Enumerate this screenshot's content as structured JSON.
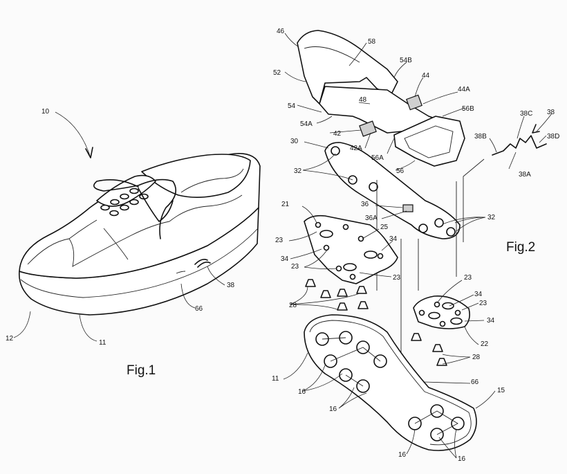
{
  "figures": {
    "fig1": "Fig.1",
    "fig2": "Fig.2"
  },
  "fig1_labels": {
    "l10": "10",
    "l12": "12",
    "l11": "11",
    "l66": "66",
    "l38": "38"
  },
  "fig2_labels": {
    "l46": "46",
    "l58": "58",
    "l54B": "54B",
    "l44": "44",
    "l52": "52",
    "l44A": "44A",
    "l48": "48",
    "l54": "54",
    "l56B": "56B",
    "l54A": "54A",
    "l42": "42",
    "l38C": "38C",
    "l38": "38",
    "l38B": "38B",
    "l38D": "38D",
    "l42A": "42A",
    "l30": "30",
    "l56A": "56A",
    "l56": "56",
    "l38A": "38A",
    "l32a": "32",
    "l36": "36",
    "l36A": "36A",
    "l32b": "32",
    "l21": "21",
    "l25": "25",
    "l23a": "23",
    "l34a": "34",
    "l34b": "34",
    "l23b": "23",
    "l23c": "23",
    "l23d": "23",
    "l34c": "34",
    "l23e": "23",
    "l28a": "28",
    "l34d": "34",
    "l22": "22",
    "l28b": "28",
    "l11": "11",
    "l66": "66",
    "l15": "15",
    "l16a": "16",
    "l16b": "16",
    "l16c": "16",
    "l16d": "16"
  }
}
